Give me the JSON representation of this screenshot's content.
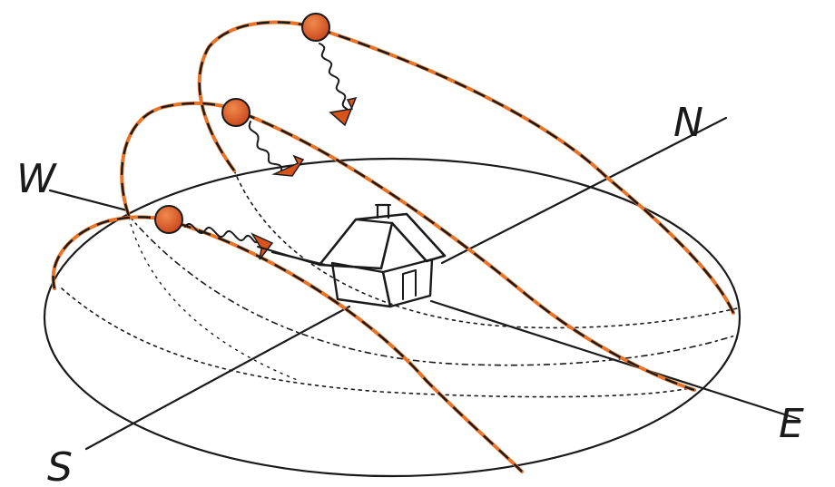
{
  "labels": {
    "north": "N",
    "south": "S",
    "east": "E",
    "west": "W"
  },
  "colors": {
    "ink": "#1a1a1a",
    "path_orange": "#e8742a",
    "sun_fill": "#e0602a",
    "sun_dark": "#b8401a",
    "arrow": "#d9541c"
  },
  "sun_paths": [
    "summer-solstice",
    "equinox",
    "winter-solstice"
  ],
  "suns": [
    "summer-sun",
    "equinox-sun",
    "winter-sun"
  ],
  "building": "house"
}
